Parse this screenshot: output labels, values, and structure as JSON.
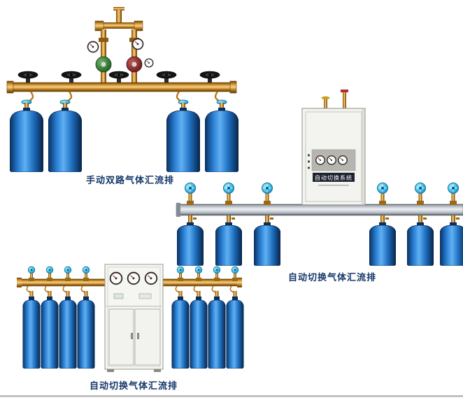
{
  "page": {
    "background": "#ffffff",
    "caption_color": "#16386a",
    "bottom_divider_color": "#c2c2c2"
  },
  "products": [
    {
      "caption": "手动双路气体汇流排",
      "cylinder_count": 4
    },
    {
      "caption": "自动切换气体汇流排",
      "cabinet_label": "自动切换系统",
      "cylinder_count": 6
    },
    {
      "caption": "自动切换气体汇流排",
      "cylinder_count": 8
    }
  ],
  "colors": {
    "cylinder_blue": "#1f7ad0",
    "brass_pipe": "#d99a34",
    "handwheel_cyan": "#38b8e8",
    "handwheel_black": "#141414",
    "rail_silver": "#c9cdd2",
    "cabinet_white": "#f4f4f0",
    "regulator_green": "#2e7d32",
    "regulator_red": "#8a2020"
  }
}
